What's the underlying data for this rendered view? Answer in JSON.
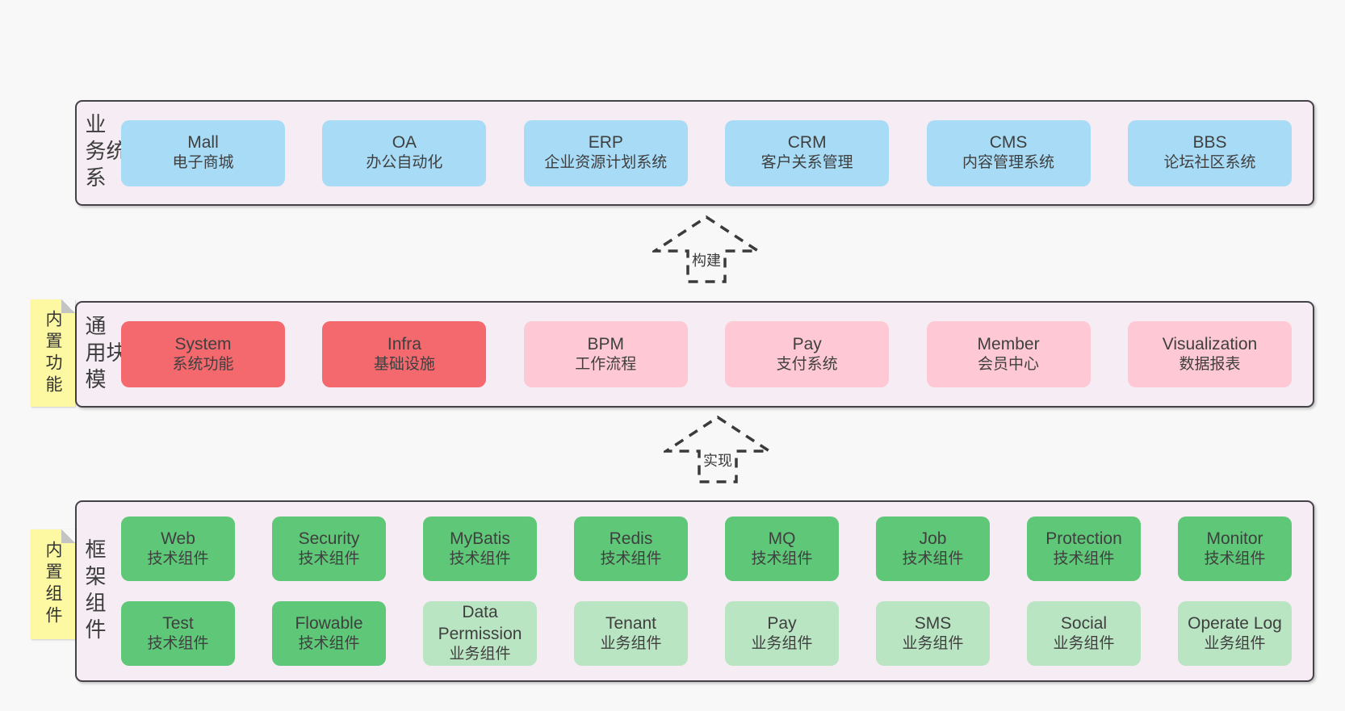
{
  "colors": {
    "blue": "#a8dbf5",
    "red": "#f3696e",
    "pink": "#fec9d4",
    "green": "#5ec878",
    "light_green": "#bae5c3",
    "band_bg": "#f6ecf4",
    "band_border": "#454149",
    "note_yellow": "#fcf9a2",
    "page_bg": "#f8f8f8",
    "text": "#3d3d3d"
  },
  "bands": [
    {
      "label": "业务系统",
      "note": "",
      "rows": [
        [
          {
            "name": "Mall",
            "subtitle": "电子商城",
            "color": "blue"
          },
          {
            "name": "OA",
            "subtitle": "办公自动化",
            "color": "blue"
          },
          {
            "name": "ERP",
            "subtitle": "企业资源计划系统",
            "color": "blue"
          },
          {
            "name": "CRM",
            "subtitle": "客户关系管理",
            "color": "blue"
          },
          {
            "name": "CMS",
            "subtitle": "内容管理系统",
            "color": "blue"
          },
          {
            "name": "BBS",
            "subtitle": "论坛社区系统",
            "color": "blue"
          }
        ]
      ]
    },
    {
      "label": "通用模块",
      "note": "内置功能",
      "rows": [
        [
          {
            "name": "System",
            "subtitle": "系统功能",
            "color": "red"
          },
          {
            "name": "Infra",
            "subtitle": "基础设施",
            "color": "red"
          },
          {
            "name": "BPM",
            "subtitle": "工作流程",
            "color": "pink"
          },
          {
            "name": "Pay",
            "subtitle": "支付系统",
            "color": "pink"
          },
          {
            "name": "Member",
            "subtitle": "会员中心",
            "color": "pink"
          },
          {
            "name": "Visualization",
            "subtitle": "数据报表",
            "color": "pink"
          }
        ]
      ]
    },
    {
      "label": "框架组件",
      "note": "内置组件",
      "rows": [
        [
          {
            "name": "Web",
            "subtitle": "技术组件",
            "color": "green"
          },
          {
            "name": "Security",
            "subtitle": "技术组件",
            "color": "green"
          },
          {
            "name": "MyBatis",
            "subtitle": "技术组件",
            "color": "green"
          },
          {
            "name": "Redis",
            "subtitle": "技术组件",
            "color": "green"
          },
          {
            "name": "MQ",
            "subtitle": "技术组件",
            "color": "green"
          },
          {
            "name": "Job",
            "subtitle": "技术组件",
            "color": "green"
          },
          {
            "name": "Protection",
            "subtitle": "技术组件",
            "color": "green"
          },
          {
            "name": "Monitor",
            "subtitle": "技术组件",
            "color": "green"
          }
        ],
        [
          {
            "name": "Test",
            "subtitle": "技术组件",
            "color": "green"
          },
          {
            "name": "Flowable",
            "subtitle": "技术组件",
            "color": "green"
          },
          {
            "name": "Data Permission",
            "subtitle": "业务组件",
            "color": "light_green"
          },
          {
            "name": "Tenant",
            "subtitle": "业务组件",
            "color": "light_green"
          },
          {
            "name": "Pay",
            "subtitle": "业务组件",
            "color": "light_green"
          },
          {
            "name": "SMS",
            "subtitle": "业务组件",
            "color": "light_green"
          },
          {
            "name": "Social",
            "subtitle": "业务组件",
            "color": "light_green"
          },
          {
            "name": "Operate Log",
            "subtitle": "业务组件",
            "color": "light_green"
          }
        ]
      ]
    }
  ],
  "arrows": [
    {
      "label": "构建"
    },
    {
      "label": "实现"
    }
  ]
}
